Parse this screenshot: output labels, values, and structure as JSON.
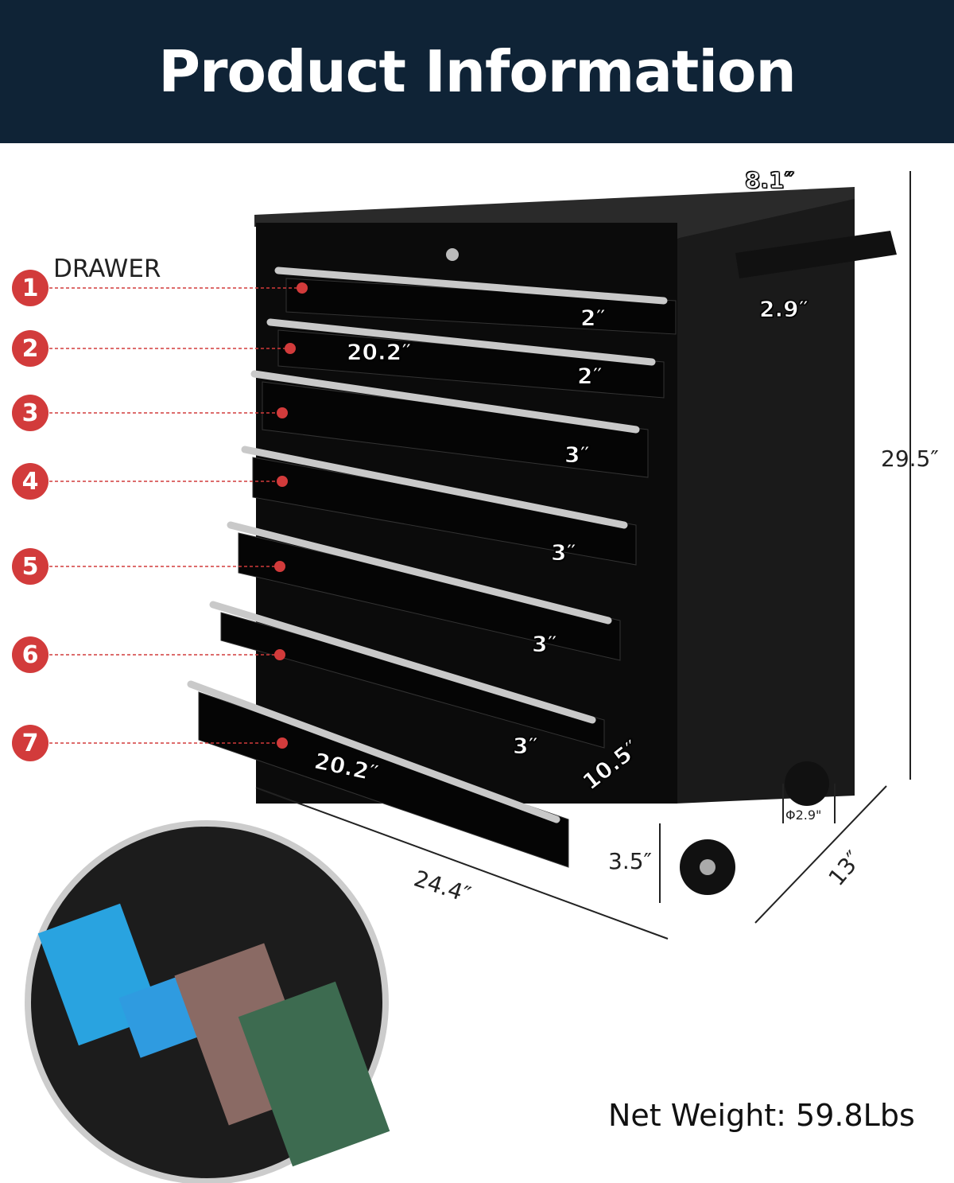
{
  "header": {
    "title": "Product Information"
  },
  "drawer_label": "DRAWER",
  "drawer_numbers": [
    "1",
    "2",
    "3",
    "4",
    "5",
    "6",
    "7"
  ],
  "dimensions": {
    "top_depth": "8.1″",
    "handle_gap": "2.9″",
    "height_total": "29.5″",
    "drawer1_height": "2″",
    "drawer2_height": "2″",
    "drawer2_width": "20.2″",
    "drawer3_height": "3″",
    "drawer4_height": "3″",
    "drawer5_height": "3″",
    "drawer6_height": "3″",
    "drawer7_width": "20.2″",
    "drawer7_depth": "10.5″",
    "caster_height": "3.5″",
    "caster_diameter": "Φ2.9\"",
    "width_total": "24.4″",
    "depth_total": "13″"
  },
  "net_weight": "Net Weight: 59.8Lbs",
  "colors": {
    "header_bg": "#0f2336",
    "marker": "#d23b3b",
    "cabinet": "#111111"
  }
}
